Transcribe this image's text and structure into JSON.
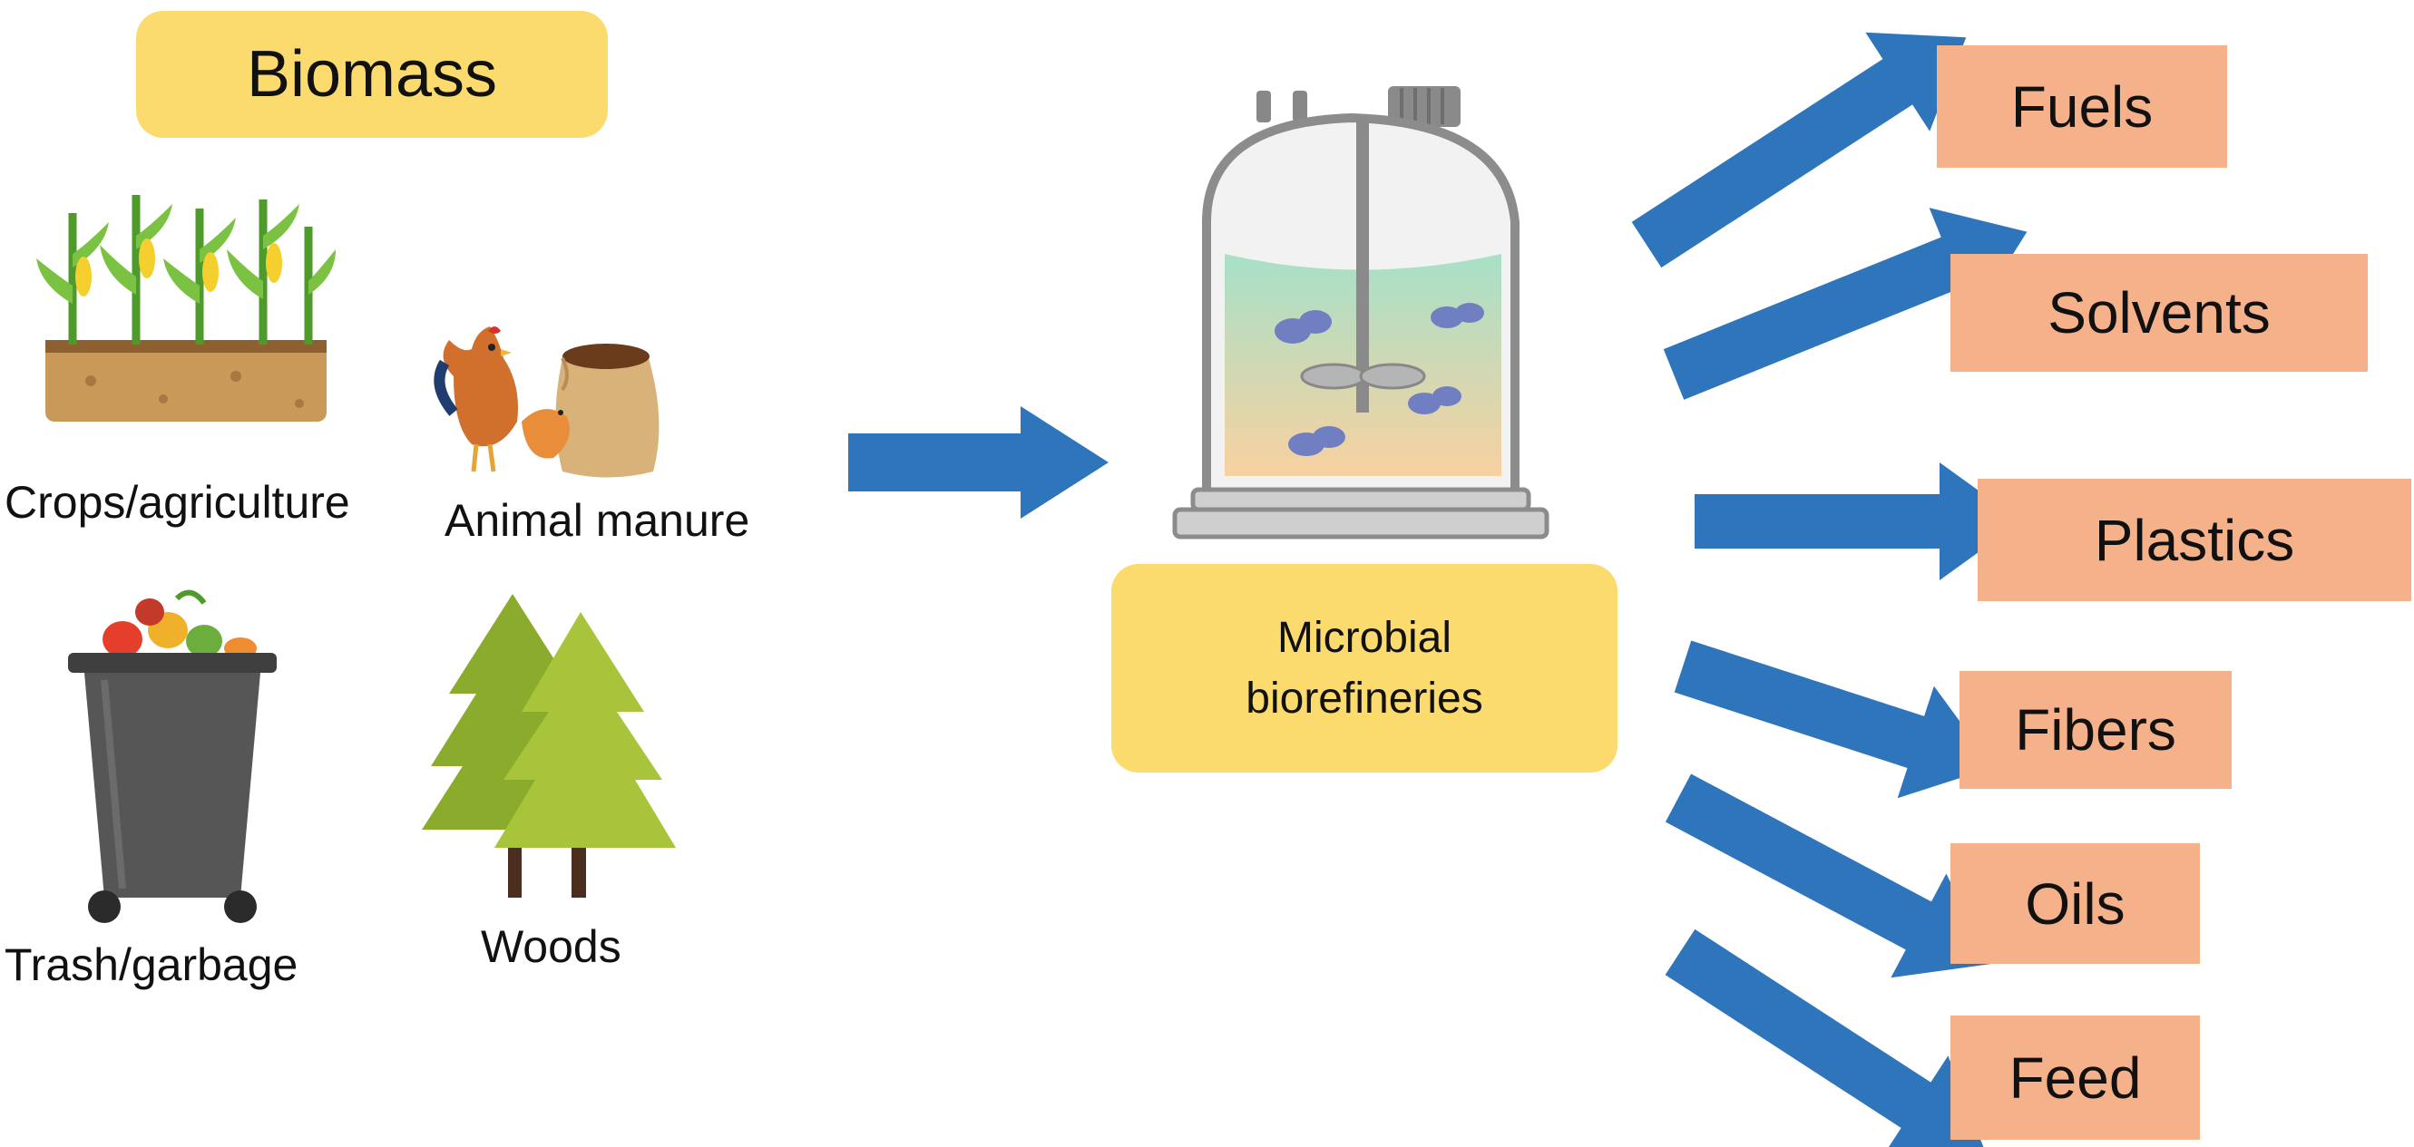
{
  "biomass": {
    "title": "Biomass",
    "sources": [
      {
        "label": "Crops/agriculture",
        "icon": "corn-crops-icon"
      },
      {
        "label": "Animal manure",
        "icon": "chicken-manure-sack-icon"
      },
      {
        "label": "Trash/garbage",
        "icon": "trash-bin-icon"
      },
      {
        "label": "Woods",
        "icon": "pine-trees-icon"
      }
    ]
  },
  "center": {
    "label_line1": "Microbial",
    "label_line2": "biorefineries",
    "icon": "bioreactor-icon"
  },
  "products": [
    "Fuels",
    "Solvents",
    "Plastics",
    "Fibers",
    "Oils",
    "Feed"
  ],
  "colors": {
    "title_box": "#fbdb6e",
    "product_box": "#f5b28a",
    "arrow": "#2e75bb"
  }
}
